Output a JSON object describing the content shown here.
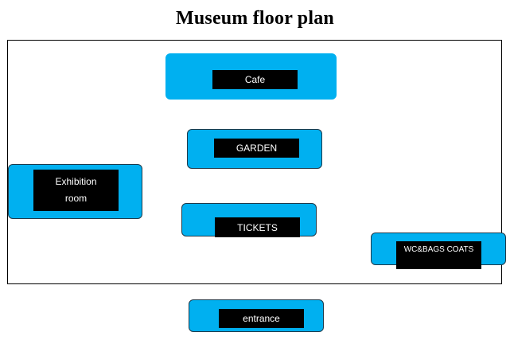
{
  "diagram": {
    "title": "Museum floor plan",
    "colors": {
      "room_fill": "#00b0f0",
      "label_fill": "#000000",
      "label_text": "#ffffff",
      "outline": "#000000"
    },
    "rooms": {
      "cafe": "Cafe",
      "garden": "GARDEN",
      "exhibition": "Exhibition\nroom",
      "tickets": "TICKETS",
      "wc_bags_coats": "WC&BAGS COATS",
      "entrance": "entrance"
    }
  }
}
